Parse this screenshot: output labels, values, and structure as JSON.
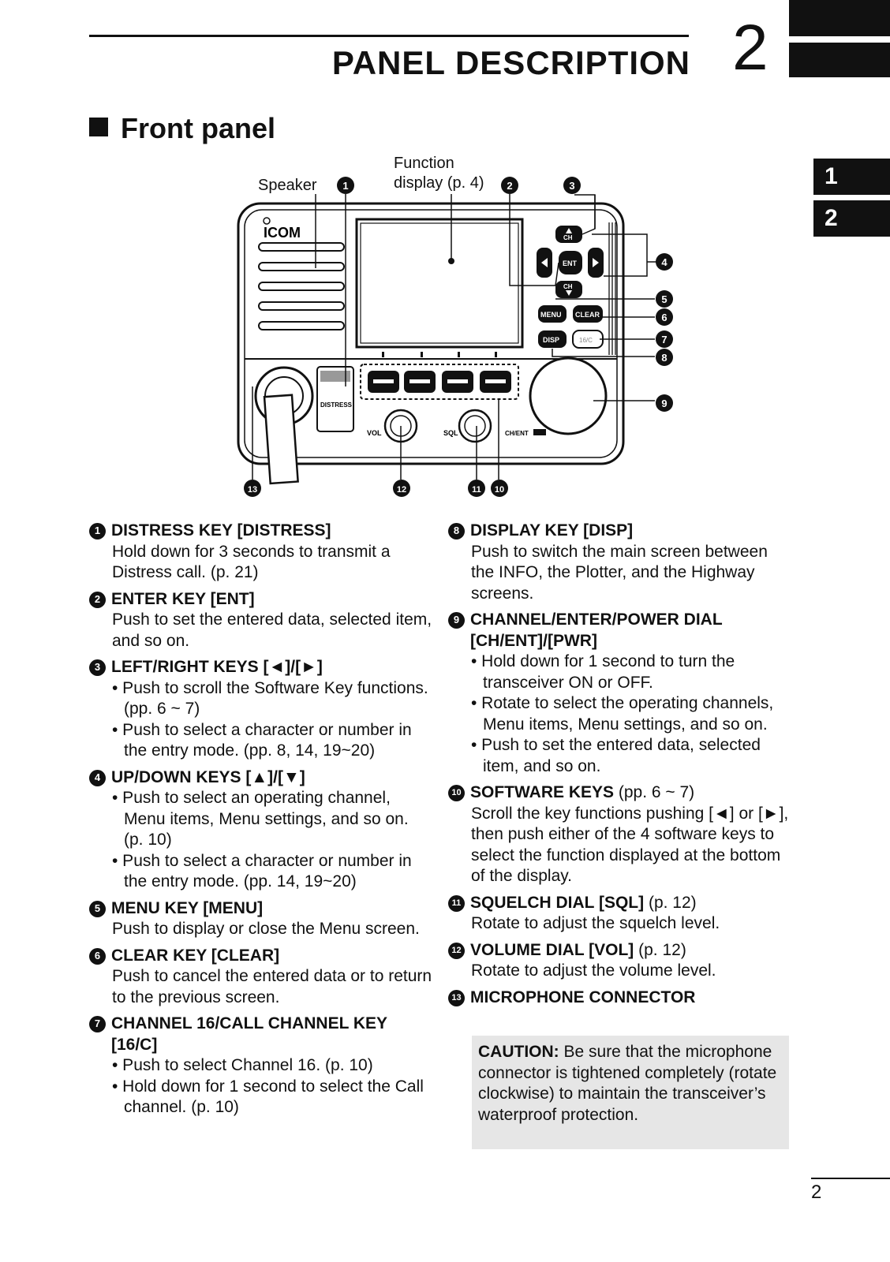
{
  "header": {
    "title": "PANEL DESCRIPTION",
    "chapter": "2"
  },
  "side_tabs": [
    "1",
    "2"
  ],
  "section": {
    "title": "Front panel"
  },
  "diagram": {
    "speaker_label": "Speaker",
    "function_label_1": "Function",
    "function_label_2": "display (p. 4)",
    "logo": "ICOM",
    "keys": {
      "ch_up": "CH",
      "ent": "ENT",
      "ch_down": "CH",
      "menu": "MENU",
      "clear": "CLEAR",
      "disp": "DISP",
      "call": "16/C",
      "distress": "DISTRESS",
      "vol": "VOL",
      "sql": "SQL",
      "ch_ent": "CH/ENT"
    },
    "callouts": [
      "1",
      "2",
      "3",
      "4",
      "5",
      "6",
      "7",
      "8",
      "9",
      "10",
      "11",
      "12",
      "13"
    ]
  },
  "left_items": [
    {
      "num": "1",
      "title": "DISTRESS KEY [DISTRESS]",
      "desc": [
        "Hold down for 3 seconds to transmit a Distress call. (p. 21)"
      ],
      "bullets": []
    },
    {
      "num": "2",
      "title": "ENTER KEY [ENT]",
      "desc": [
        "Push to set the entered data, selected item, and so on."
      ],
      "bullets": []
    },
    {
      "num": "3",
      "title": "LEFT/RIGHT KEYS [◄]/[►]",
      "desc": [],
      "bullets": [
        "• Push to scroll the Software Key functions. (pp. 6 ~ 7)",
        "• Push to select a character or number in the entry mode. (pp. 8, 14, 19~20)"
      ]
    },
    {
      "num": "4",
      "title": "UP/DOWN KEYS [▲]/[▼]",
      "desc": [],
      "bullets": [
        "• Push to select an operating channel, Menu items, Menu settings, and so on. (p. 10)",
        "• Push to select a character or number in the entry mode. (pp. 14, 19~20)"
      ]
    },
    {
      "num": "5",
      "title": "MENU KEY [MENU]",
      "desc": [
        "Push to display or close the Menu screen."
      ],
      "bullets": []
    },
    {
      "num": "6",
      "title": "CLEAR KEY [CLEAR]",
      "desc": [
        "Push to cancel the entered data or to return to the previous screen."
      ],
      "bullets": []
    },
    {
      "num": "7",
      "title": "CHANNEL 16/CALL CHANNEL KEY [16/C]",
      "desc": [],
      "bullets": [
        "• Push to select Channel 16. (p. 10)",
        "• Hold down for 1 second to select the Call channel. (p. 10)"
      ]
    }
  ],
  "right_items": [
    {
      "num": "8",
      "title": "DISPLAY KEY [DISP]",
      "ref": "",
      "desc": [
        "Push to switch the main screen between the INFO, the Plotter, and the Highway screens."
      ],
      "bullets": []
    },
    {
      "num": "9",
      "title": "CHANNEL/ENTER/POWER DIAL [CH/ENT]/[PWR]",
      "ref": "",
      "desc": [],
      "bullets": [
        "• Hold down for 1 second to turn the transceiver ON or OFF.",
        "• Rotate to select the operating channels, Menu items, Menu settings, and so on.",
        "• Push to set the entered data, selected item, and so on."
      ]
    },
    {
      "num": "10",
      "title": "SOFTWARE KEYS",
      "ref": " (pp. 6 ~ 7)",
      "desc": [
        "Scroll the key functions pushing [◄] or [►], then push either of the 4 software keys to select the function displayed at the bottom of the display."
      ],
      "bullets": []
    },
    {
      "num": "11",
      "title": "SQUELCH DIAL [SQL]",
      "ref": " (p. 12)",
      "desc": [
        "Rotate to adjust the squelch level."
      ],
      "bullets": []
    },
    {
      "num": "12",
      "title": "VOLUME DIAL [VOL]",
      "ref": " (p. 12)",
      "desc": [
        "Rotate to adjust the volume level."
      ],
      "bullets": []
    },
    {
      "num": "13",
      "title": "MICROPHONE CONNECTOR",
      "ref": "",
      "desc": [],
      "bullets": []
    }
  ],
  "caution": {
    "label": "CAUTION:",
    "text": " Be sure that the microphone connector is tightened completely (rotate clockwise) to maintain the transceiver’s waterproof protection."
  },
  "footer": {
    "page": "2"
  }
}
